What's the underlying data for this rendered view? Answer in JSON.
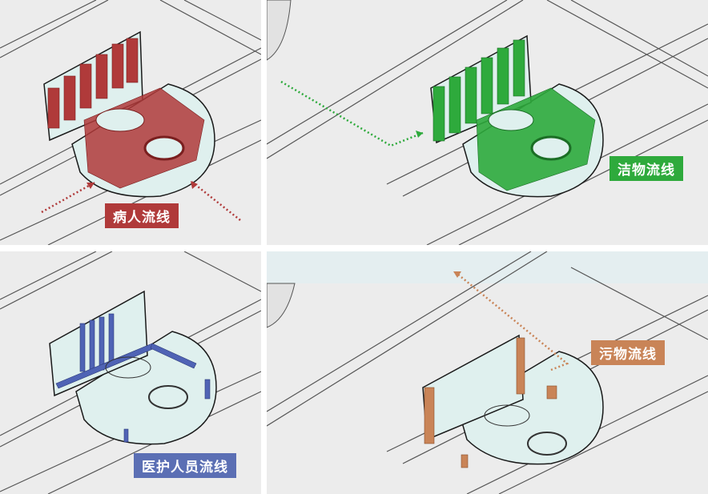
{
  "panels": [
    {
      "id": "patient",
      "label": "病人流线",
      "color": "#b03a3a"
    },
    {
      "id": "clean",
      "label": "洁物流线",
      "color": "#2eaa3c"
    },
    {
      "id": "staff",
      "label": "医护人员流线",
      "color": "#5b6fb4"
    },
    {
      "id": "dirty",
      "label": "污物流线",
      "color": "#c98457"
    }
  ],
  "colors": {
    "ground": "#ececec",
    "building_glass": "#dff0ee",
    "outline": "#1a1a1a",
    "patient": "#b03a3a",
    "clean": "#2eaa3c",
    "staff": "#4f63b5",
    "dirty": "#c98457"
  }
}
